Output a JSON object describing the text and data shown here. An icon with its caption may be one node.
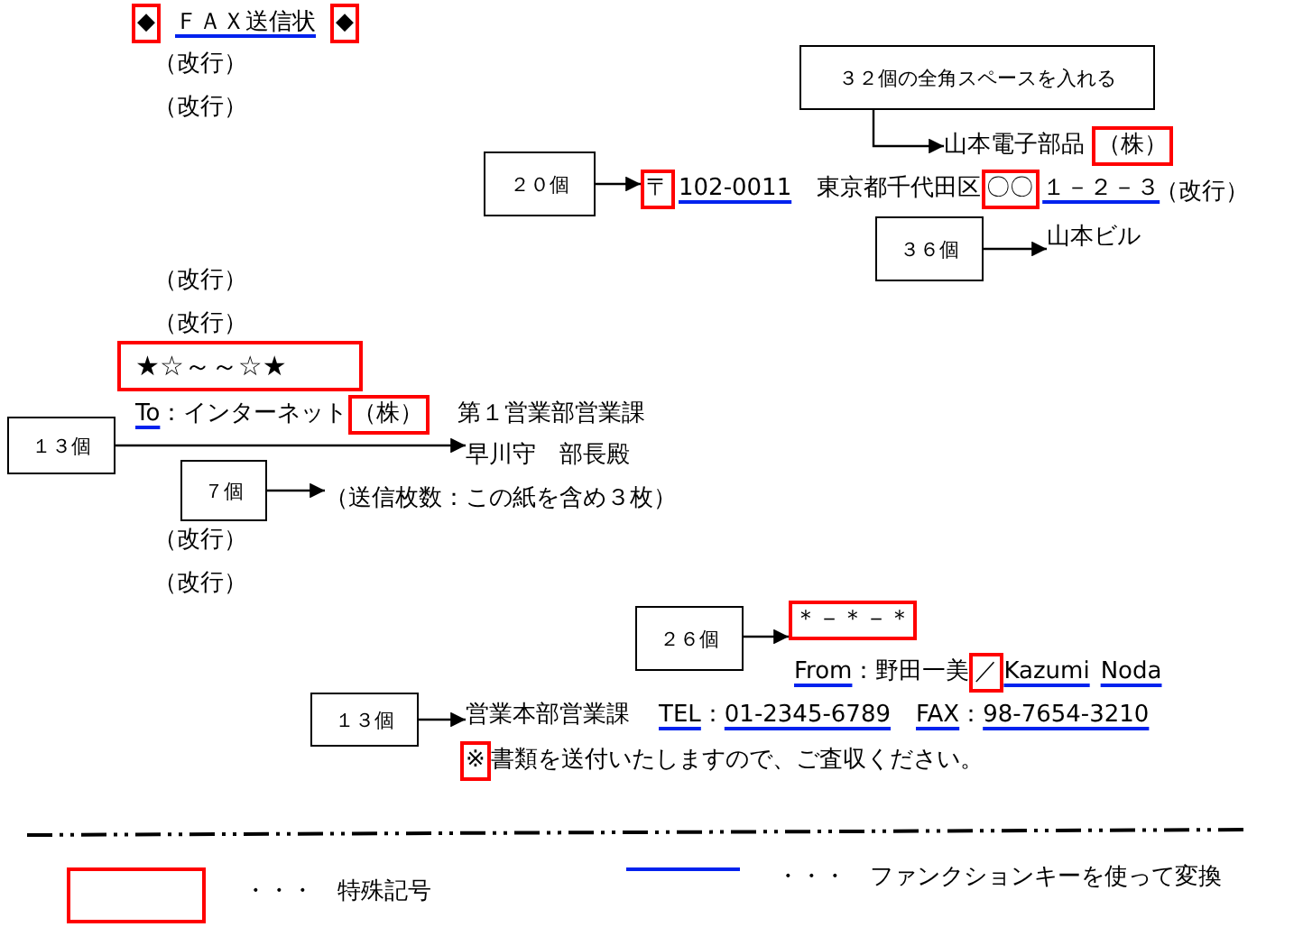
{
  "diagram": {
    "nodes": [
      {
        "text": [
          "２０個"
        ]
      },
      {
        "text": [
          "〒",
          "102-0011",
          "東京都千代田区",
          "〇〇",
          "１－２－３"
        ]
      },
      {
        "text": [
          "３２個の全角スペースを入れる"
        ]
      },
      {
        "text": [
          "山本電子部品",
          "（株）"
        ]
      },
      {
        "text": [
          "３６個"
        ]
      },
      {
        "text": [
          "山本ビル"
        ]
      },
      {
        "text": [
          "１３個"
        ]
      },
      {
        "text": [
          "早川守　部長殿"
        ]
      },
      {
        "text": [
          "７個"
        ]
      },
      {
        "text": [
          "（送信枚数：この紙を含め３枚）"
        ]
      },
      {
        "text": [
          "２６個"
        ]
      },
      {
        "text": [
          "＊－＊－＊"
        ]
      },
      {
        "text": [
          "１３個"
        ]
      },
      {
        "text": [
          "営業本部営業課",
          "TEL",
          "：",
          "01-2345-6789",
          "FAX",
          "：",
          "98-7654-3210"
        ]
      }
    ],
    "edges": [
      {
        "from": 0,
        "to": 1,
        "arrow": "to"
      },
      {
        "from": 2,
        "to": 3,
        "arrow": "to"
      },
      {
        "from": 4,
        "to": 5,
        "arrow": "to"
      },
      {
        "from": 6,
        "to": 7,
        "arrow": "to"
      },
      {
        "from": 8,
        "to": 9,
        "arrow": "to"
      },
      {
        "from": 10,
        "to": 11,
        "arrow": "to"
      },
      {
        "from": 12,
        "to": 13,
        "arrow": "to"
      }
    ],
    "labels": [
      "◆",
      "ＦＡＸ送信状",
      "◆",
      "（改行）",
      "（改行）",
      "（改行）",
      "（改行）",
      "（改行）",
      "★☆～～☆★",
      "To",
      "：インターネット",
      "（株）",
      "第１営業部営業課",
      "（改行）",
      "（改行）",
      "From",
      "：野田一美",
      "／",
      "Kazumi",
      "Noda",
      "※",
      "書類を送付いたしますので、ご査収ください。"
    ],
    "legend": [
      {
        "text": "・・・　特殊記号"
      },
      {
        "text": "・・・　ファンクションキーを使って変換"
      }
    ]
  }
}
